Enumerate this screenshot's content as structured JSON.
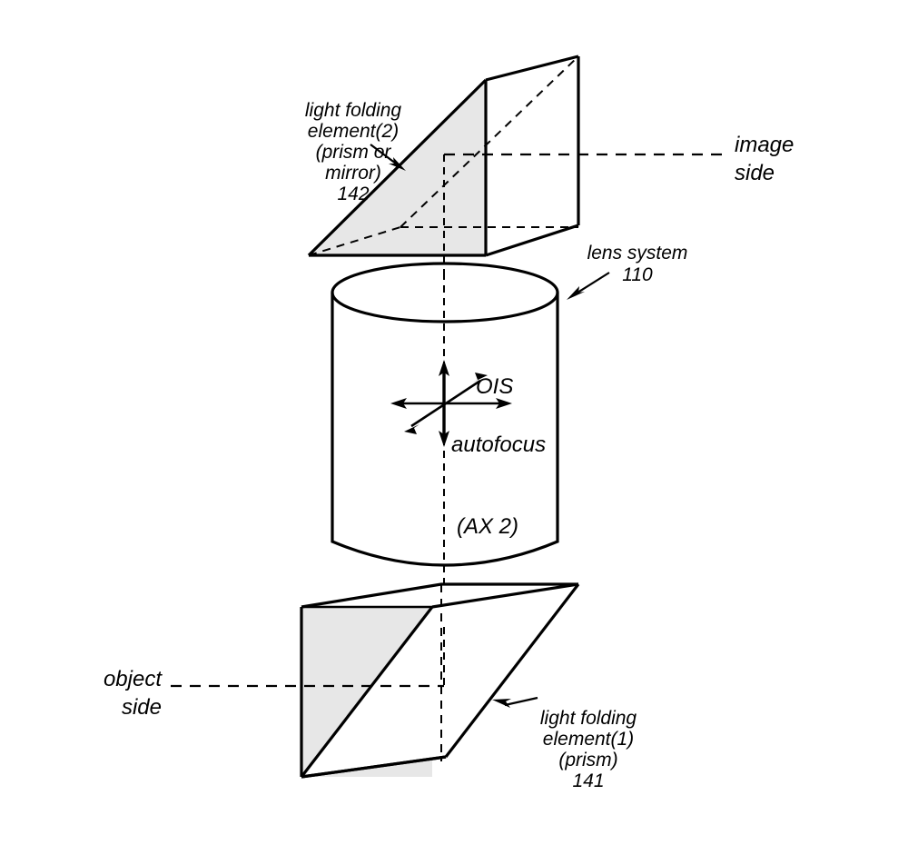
{
  "figure": {
    "title": "Folded camera optical path diagram",
    "background_color": "#ffffff",
    "line_color": "#000000",
    "shade_color": "#e3e3e3"
  },
  "labels": {
    "upper_element": {
      "line1": "light folding",
      "line2": "element(2)",
      "line3": "(prism or",
      "line4": "mirror)",
      "ref": "142"
    },
    "lower_element": {
      "line1": "light folding",
      "line2": "element(1)",
      "line3": "(prism)",
      "ref": "141"
    },
    "lens_system": {
      "line1": "lens system",
      "ref": "110"
    },
    "image_side": {
      "line1": "image",
      "line2": "side"
    },
    "object_side": {
      "line1": "object",
      "line2": "side"
    },
    "ois": "OIS",
    "autofocus": "autofocus",
    "axis": "(AX 2)"
  }
}
